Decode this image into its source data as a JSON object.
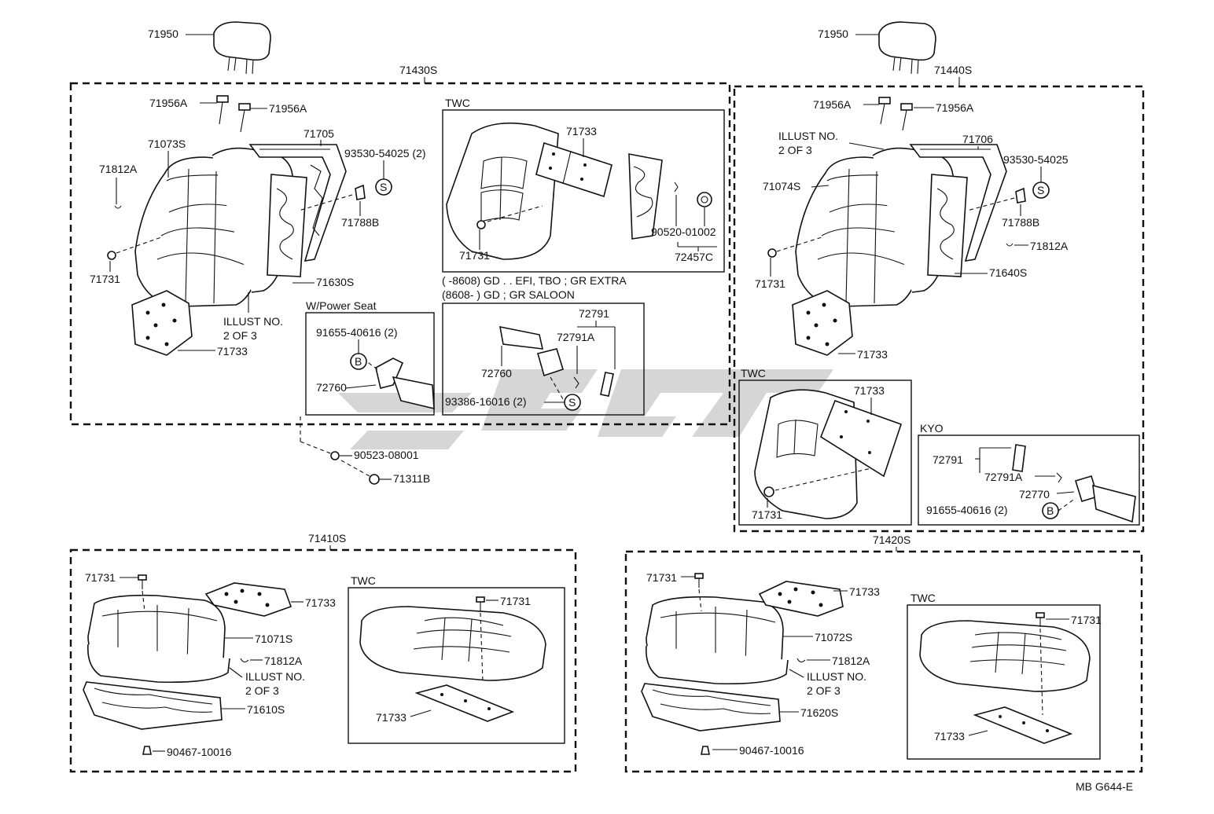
{
  "labels": {
    "hr_l": "71950",
    "hr_r": "71950",
    "asm_71430s": "71430S",
    "asm_71440s": "71440S",
    "asm_71410s": "71410S",
    "asm_71420s": "71420S",
    "l_71956a_1": "71956A",
    "l_71956a_2": "71956A",
    "l_71073s": "71073S",
    "l_71705": "71705",
    "l_93530_2": "93530-54025 (2)",
    "l_71812a_l": "71812A",
    "l_71788b_l": "71788B",
    "l_71731_l": "71731",
    "l_71630s": "71630S",
    "l_illust_l1": "ILLUST NO.",
    "l_illust_l2": "2 OF 3",
    "l_71733_l": "71733",
    "twc_main": "TWC",
    "twc_71733": "71733",
    "twc_71731": "71731",
    "twc_90520": "90520-01002",
    "twc_72457c": "72457C",
    "note_1": "(        -8608) GD . . EFI, TBO ; GR EXTRA",
    "note_2": "(8608-          ) GD ; GR SALOON",
    "wps_title": "W/Power Seat",
    "wps_91655": "91655-40616 (2)",
    "wps_72760": "72760",
    "ms_72791": "72791",
    "ms_72791a": "72791A",
    "ms_72760": "72760",
    "ms_93386": "93386-16016 (2)",
    "l_90523": "90523-08001",
    "l_71311b": "71311B",
    "r_71956a_1": "71956A",
    "r_71956a_2": "71956A",
    "r_illust1": "ILLUST NO.",
    "r_illust2": "2 OF 3",
    "r_71706": "71706",
    "r_93530": "93530-54025",
    "r_71074s": "71074S",
    "r_71788b": "71788B",
    "r_71812a": "71812A",
    "r_71731": "71731",
    "r_71640s": "71640S",
    "r_71733": "71733",
    "rtwc_title": "TWC",
    "rtwc_71733": "71733",
    "rtwc_71731": "71731",
    "kyo_title": "KYO",
    "kyo_72791": "72791",
    "kyo_72791a": "72791A",
    "kyo_72770": "72770",
    "kyo_91655": "91655-40616 (2)",
    "bl_71731": "71731",
    "bl_71733": "71733",
    "bl_71071s": "71071S",
    "bl_71812a": "71812A",
    "bl_illust1": "ILLUST NO.",
    "bl_illust2": "2 OF 3",
    "bl_71610s": "71610S",
    "bl_90467": "90467-10016",
    "bltwc_title": "TWC",
    "bltwc_71731": "71731",
    "bltwc_71733": "71733",
    "br_71731": "71731",
    "br_71733": "71733",
    "br_71072s": "71072S",
    "br_71812a": "71812A",
    "br_illust1": "ILLUST NO.",
    "br_illust2": "2 OF 3",
    "br_71620s": "71620S",
    "br_90467": "90467-10016",
    "brtwc_title": "TWC",
    "brtwc_71731": "71731",
    "brtwc_71733": "71733",
    "footer_code": "MB G644-E"
  },
  "symbols": {
    "s": "S",
    "b": "B"
  }
}
